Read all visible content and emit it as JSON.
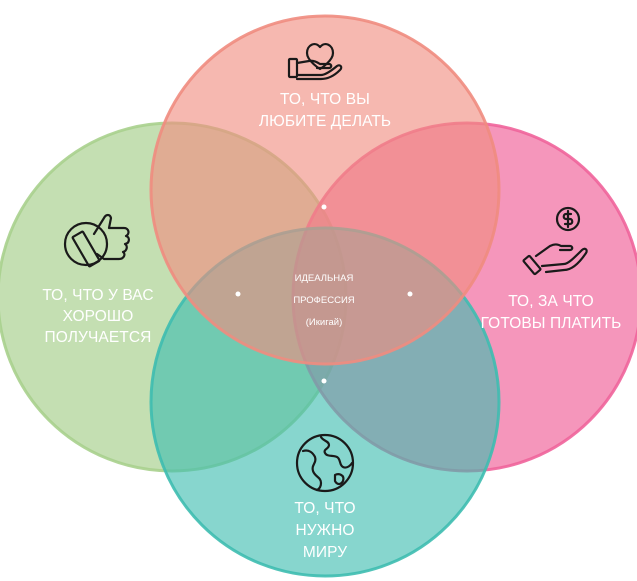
{
  "colors": {
    "love": "#f08c7f",
    "good": "#a8d08d",
    "paid": "#f0649b",
    "need": "#3ebdb0"
  },
  "circles": {
    "love": {
      "icon": "hand-heart-icon",
      "line1": "ТО, ЧТО ВЫ",
      "line2": "ЛЮБИТЕ ДЕЛАТЬ"
    },
    "good": {
      "icon": "thumbs-up-icon",
      "line1": "ТО, ЧТО У ВАС",
      "line2": "ХОРОШО",
      "line3": "ПОЛУЧАЕТСЯ"
    },
    "paid": {
      "icon": "hand-dollar-icon",
      "line1": "ТО, ЗА ЧТО",
      "line2": "ГОТОВЫ ПЛАТИТЬ"
    },
    "need": {
      "icon": "globe-icon",
      "line1": "ТО, ЧТО",
      "line2": "НУЖНО",
      "line3": "МИРУ"
    }
  },
  "center": {
    "line1": "ИДЕАЛЬНАЯ",
    "line2": "ПРОФЕССИЯ",
    "line3": "(Икигай)"
  }
}
